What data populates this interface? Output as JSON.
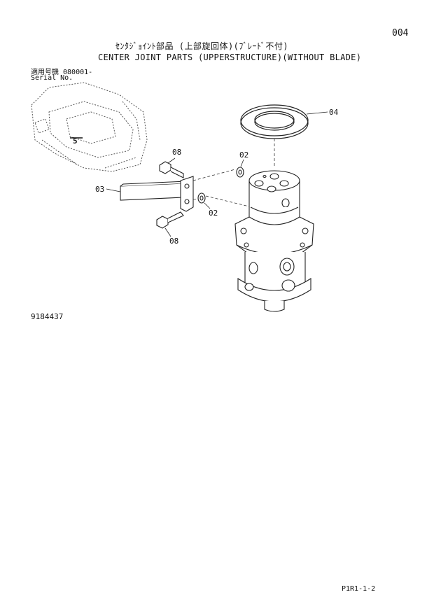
{
  "page": {
    "page_number": "004",
    "title_jp": "ｾﾝﾀｼﾞｮｲﾝﾄ部品 (上部旋回体)(ﾌﾞﾚｰﾄﾞ不付)",
    "title_en": "CENTER JOINT PARTS (UPPERSTRUCTURE)(WITHOUT BLADE)",
    "serial_jp": "適用号機  080001-",
    "serial_en": "Serial No.",
    "drawing_number": "9184437",
    "footer_ref": "P1R1-1-2"
  },
  "callouts": {
    "packing_ring": "04",
    "oring_upper": "02",
    "oring_lower": "02",
    "bolt_upper": "08",
    "bolt_lower": "08",
    "stopper": "03",
    "machine_marker": "5"
  }
}
